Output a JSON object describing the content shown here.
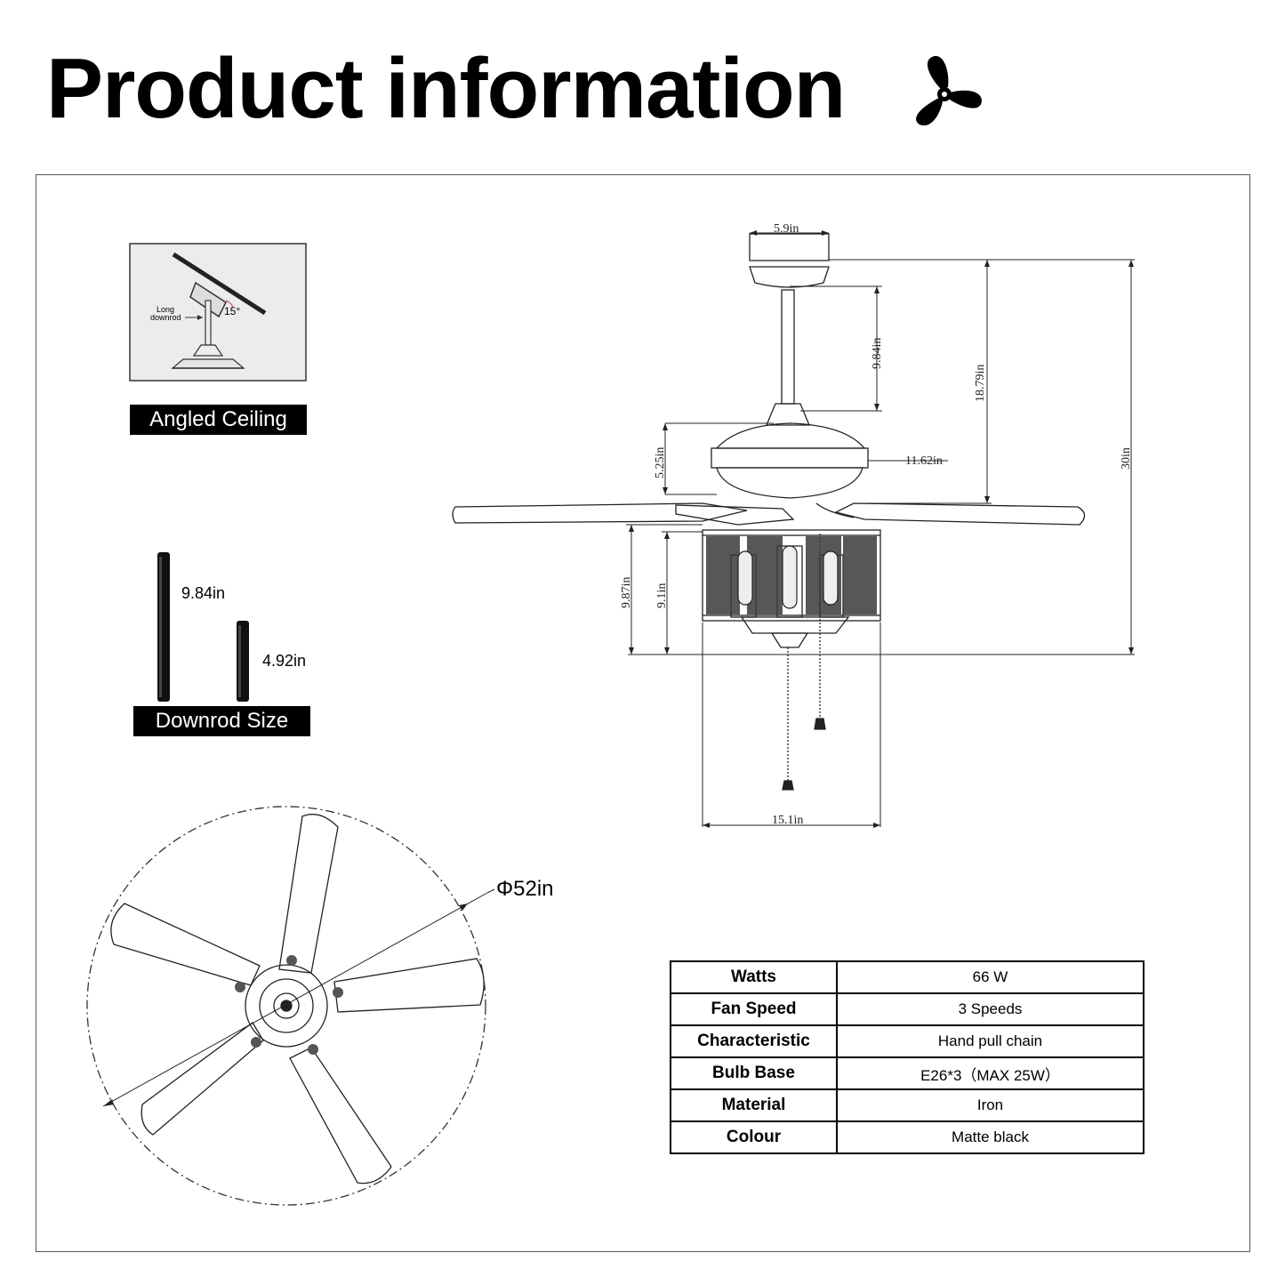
{
  "header": {
    "title": "Product information",
    "icon": "fan-icon"
  },
  "angled_ceiling": {
    "caption": "Angled Ceiling",
    "label_line1": "Long",
    "label_line2": "downrod",
    "angle": "15°"
  },
  "downrod": {
    "caption": "Downrod Size",
    "long_length": "9.84in",
    "short_length": "4.92in"
  },
  "dimensions": {
    "canopy_width": "5.9in",
    "downrod_length": "9.84in",
    "motor_height": "5.25in",
    "motor_width": "11.62in",
    "ceiling_to_blade": "18.79in",
    "total_height": "30in",
    "light_kit_height": "9.87in",
    "cage_height": "9.1in",
    "light_kit_width": "15.1in",
    "blade_span": "Φ52in"
  },
  "specs": [
    {
      "label": "Watts",
      "value": "66 W"
    },
    {
      "label": "Fan Speed",
      "value": "3 Speeds"
    },
    {
      "label": "Characteristic",
      "value": "Hand pull chain"
    },
    {
      "label": "Bulb Base",
      "value": "E26*3（MAX 25W）"
    },
    {
      "label": "Material",
      "value": "Iron"
    },
    {
      "label": "Colour",
      "value": "Matte black"
    }
  ]
}
